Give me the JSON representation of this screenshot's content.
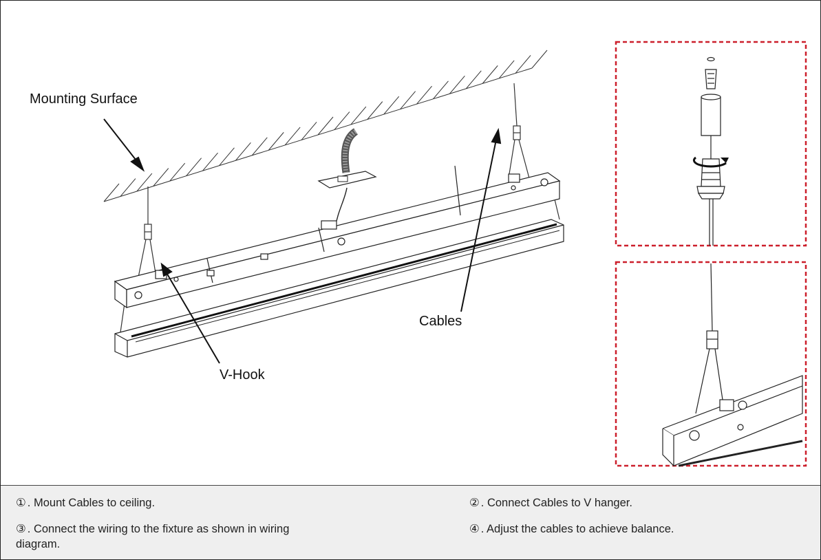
{
  "labels": {
    "mounting_surface": "Mounting Surface",
    "cables": "Cables",
    "v_hook": "V-Hook"
  },
  "steps": [
    {
      "num": "①",
      "text": ". Mount Cables to ceiling."
    },
    {
      "num": "②",
      "text": ". Connect Cables to V hanger."
    },
    {
      "num": "③",
      "text": ". Connect the wiring to the fixture as shown in wiring diagram."
    },
    {
      "num": "④",
      "text": ". Adjust the cables to achieve balance."
    }
  ],
  "colors": {
    "callout_border": "#cc1f2b",
    "steps_background": "#efefef",
    "line": "#222222"
  }
}
